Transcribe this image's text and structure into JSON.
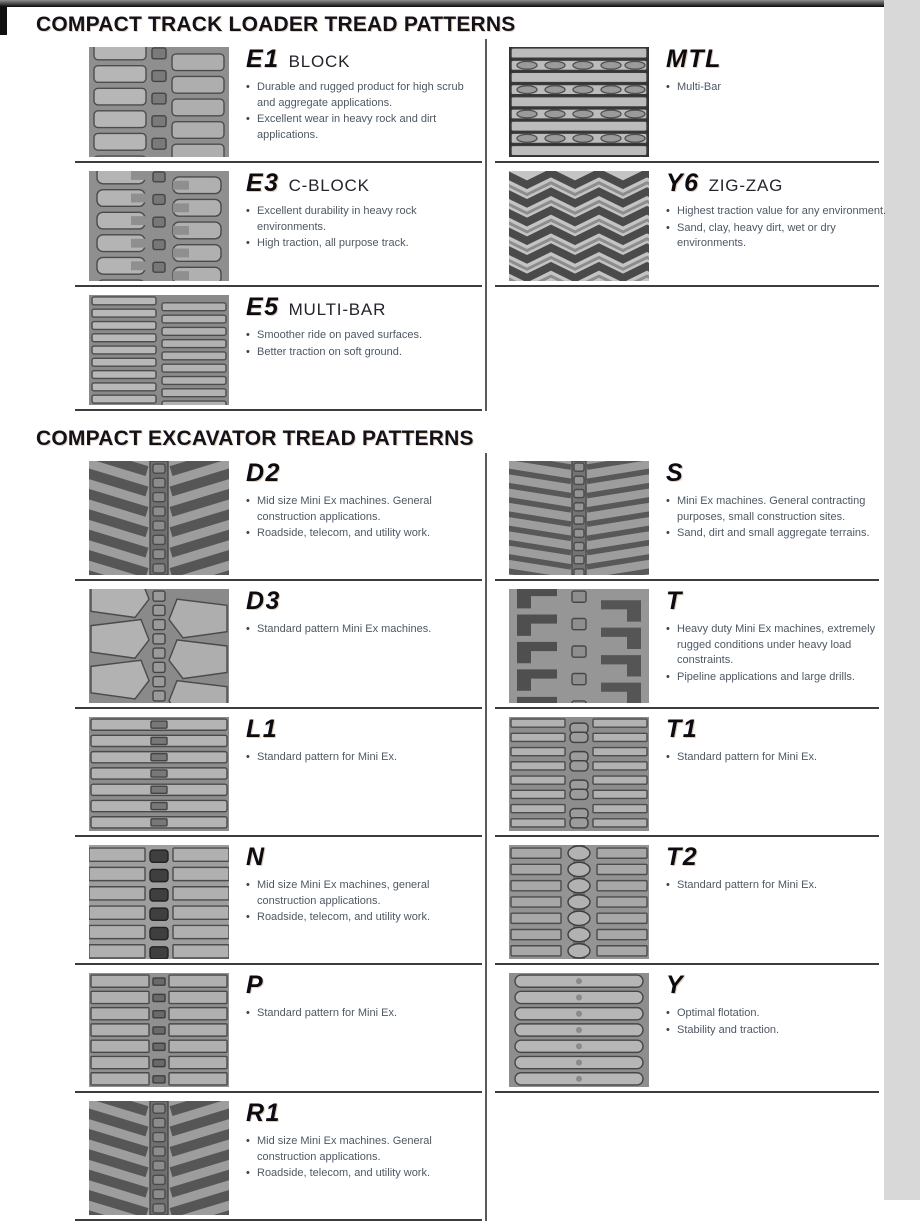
{
  "colors": {
    "ink": "#12121c",
    "bullet_text": "#4d5865",
    "rule": "#3d3d3d",
    "gutter": "#d8d8d8"
  },
  "sections": [
    {
      "title": "COMPACT TRACK LOADER TREAD PATTERNS",
      "left": [
        {
          "code": "E1",
          "name": "BLOCK",
          "tread_style": "block-pads",
          "bullets": [
            "Durable and rugged product for high scrub and aggregate applications.",
            "Excellent wear in heavy rock and dirt applications."
          ]
        },
        {
          "code": "E3",
          "name": "C-BLOCK",
          "tread_style": "c-block",
          "bullets": [
            "Excellent durability in heavy rock environments.",
            "High traction, all purpose track."
          ]
        },
        {
          "code": "E5",
          "name": "MULTI-BAR",
          "tread_style": "multi-bar",
          "bullets": [
            "Smoother ride on paved surfaces.",
            "Better traction on soft ground."
          ]
        }
      ],
      "right": [
        {
          "code": "MTL",
          "name": "",
          "tread_style": "multi-bar-x",
          "bullets": [
            "Multi-Bar"
          ]
        },
        {
          "code": "Y6",
          "name": "ZIG-ZAG",
          "tread_style": "zig-zag",
          "bullets": [
            "Highest traction value for any environment.",
            "Sand, clay, heavy dirt, wet or dry environments."
          ]
        }
      ]
    },
    {
      "title": "COMPACT EXCAVATOR TREAD PATTERNS",
      "left": [
        {
          "code": "D2",
          "name": "",
          "tread_style": "herringbone",
          "bullets": [
            "Mid size Mini Ex machines. General construction applications.",
            "Roadside, telecom, and utility work."
          ]
        },
        {
          "code": "D3",
          "name": "",
          "tread_style": "angular-block",
          "bullets": [
            "Standard pattern Mini Ex machines."
          ]
        },
        {
          "code": "L1",
          "name": "",
          "tread_style": "bar-center",
          "bullets": [
            "Standard pattern for Mini Ex."
          ]
        },
        {
          "code": "N",
          "name": "",
          "tread_style": "center-knobs",
          "bullets": [
            "Mid size Mini Ex machines, general construction applications.",
            "Roadside, telecom, and utility work."
          ]
        },
        {
          "code": "P",
          "name": "",
          "tread_style": "bar-gap",
          "bullets": [
            "Standard pattern for Mini Ex."
          ]
        },
        {
          "code": "R1",
          "name": "",
          "tread_style": "herringbone",
          "bullets": [
            "Mid size Mini Ex machines. General construction applications.",
            "Roadside, telecom, and utility work."
          ]
        }
      ],
      "right": [
        {
          "code": "S",
          "name": "",
          "tread_style": "diagonal-spine",
          "bullets": [
            "Mini Ex machines. General contracting purposes, small construction sites.",
            "Sand, dirt and small aggregate terrains."
          ]
        },
        {
          "code": "T",
          "name": "",
          "tread_style": "hook-block",
          "bullets": [
            "Heavy duty Mini Ex machines, extremely rugged conditions under heavy load constraints.",
            "Pipeline applications and large drills."
          ]
        },
        {
          "code": "T1",
          "name": "",
          "tread_style": "bar-links",
          "bullets": [
            "Standard pattern for Mini Ex."
          ]
        },
        {
          "code": "T2",
          "name": "",
          "tread_style": "spine-pads",
          "bullets": [
            "Standard pattern for Mini Ex."
          ]
        },
        {
          "code": "Y",
          "name": "",
          "tread_style": "round-bars",
          "bullets": [
            "Optimal flotation.",
            "Stability and traction."
          ]
        }
      ]
    }
  ]
}
